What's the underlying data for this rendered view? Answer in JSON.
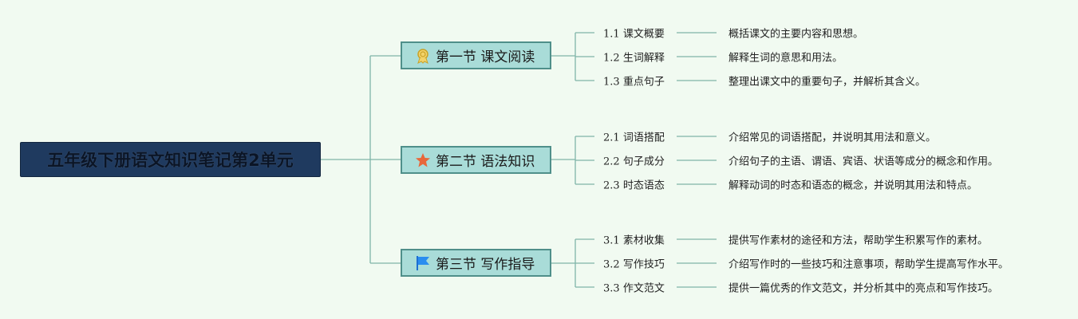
{
  "root": {
    "title": "五年级下册语文知识笔记第2单元"
  },
  "colors": {
    "root_bg": "#1f3a5f",
    "section_bg": "#a9dcd8",
    "section_border": "#4f8f8a",
    "connector": "#7fb5a8",
    "background": "#f1faf1"
  },
  "sections": [
    {
      "title": "第一节 课文阅读",
      "icon": "award-medal-icon",
      "items": [
        {
          "num": "1.1",
          "label": "课文概要",
          "desc": "概括课文的主要内容和思想。"
        },
        {
          "num": "1.2",
          "label": "生词解释",
          "desc": "解释生词的意思和用法。"
        },
        {
          "num": "1.3",
          "label": "重点句子",
          "desc": "整理出课文中的重要句子，并解析其含义。"
        }
      ]
    },
    {
      "title": "第二节 语法知识",
      "icon": "star-icon",
      "items": [
        {
          "num": "2.1",
          "label": "词语搭配",
          "desc": "介绍常见的词语搭配，并说明其用法和意义。"
        },
        {
          "num": "2.2",
          "label": "句子成分",
          "desc": "介绍句子的主语、谓语、宾语、状语等成分的概念和作用。"
        },
        {
          "num": "2.3",
          "label": "时态语态",
          "desc": "解释动词的时态和语态的概念，并说明其用法和特点。"
        }
      ]
    },
    {
      "title": "第三节 写作指导",
      "icon": "flag-icon",
      "items": [
        {
          "num": "3.1",
          "label": "素材收集",
          "desc": "提供写作素材的途径和方法，帮助学生积累写作的素材。"
        },
        {
          "num": "3.2",
          "label": "写作技巧",
          "desc": "介绍写作时的一些技巧和注意事项，帮助学生提高写作水平。"
        },
        {
          "num": "3.3",
          "label": "作文范文",
          "desc": "提供一篇优秀的作文范文，并分析其中的亮点和写作技巧。"
        }
      ]
    }
  ]
}
